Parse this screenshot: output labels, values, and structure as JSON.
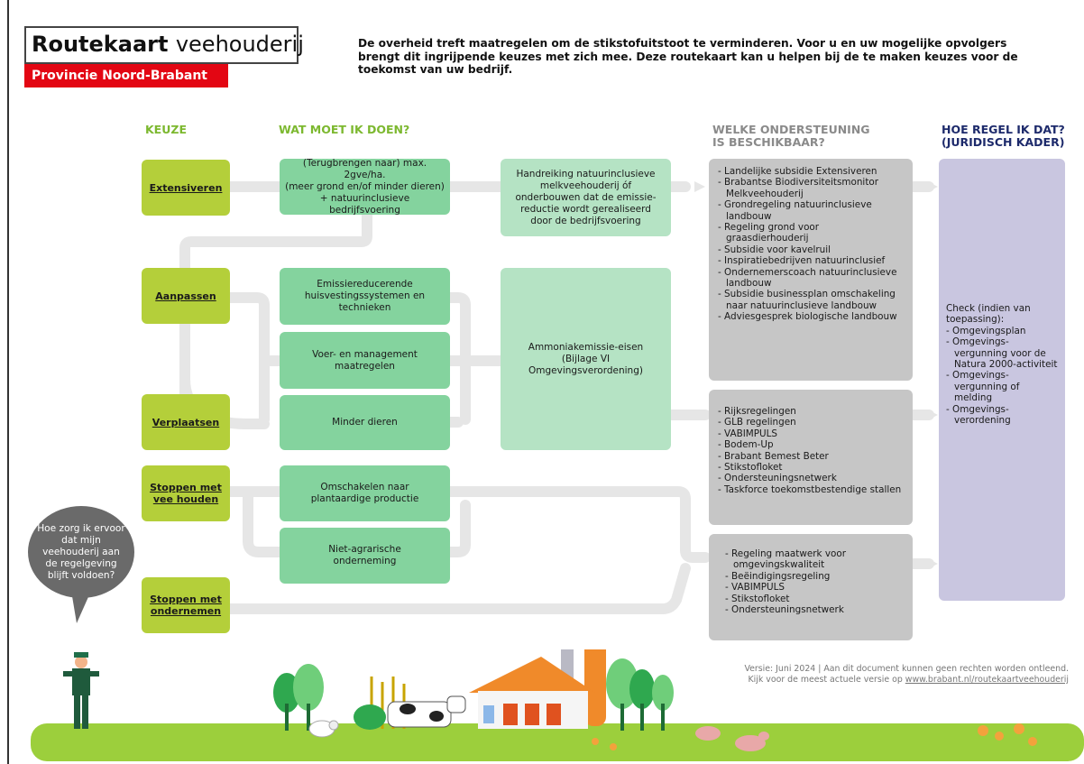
{
  "header": {
    "title_bold": "Routekaart",
    "title_light": "veehouderij",
    "province": "Provincie Noord-Brabant",
    "intro": "De overheid treft maatregelen om de stikstofuitstoot te verminderen. Voor u en uw mogelijke opvolgers brengt dit ingrijpende keuzes met zich mee. Deze routekaart kan u helpen bij de te maken keuzes voor de toekomst van uw bedrijf."
  },
  "columns": {
    "keuze": "KEUZE",
    "wat": "WAT MOET IK DOEN?",
    "welke_1": "WELKE ONDERSTEUNING",
    "welke_2": "IS BESCHIKBAAR?",
    "hoe_1": "HOE REGEL IK DAT?",
    "hoe_2": "(JURIDISCH KADER)"
  },
  "choices": {
    "extensiveren": "Extensiveren",
    "aanpassen": "Aanpassen",
    "verplaatsen": "Verplaatsen",
    "stoppen_vee_1": "Stoppen met",
    "stoppen_vee_2": "vee houden",
    "stoppen_ond_1": "Stoppen met",
    "stoppen_ond_2": "ondernemen"
  },
  "actions": {
    "ext_1": "(Terugbrengen naar) max. 2gve/ha.",
    "ext_2": "(meer grond en/of minder dieren)",
    "ext_3": "+ natuurinclusieve bedrijfsvoering",
    "emissie_1": "Emissiereducerende",
    "emissie_2": "huisvestingssystemen en",
    "emissie_3": "technieken",
    "voer_1": "Voer- en management",
    "voer_2": "maatregelen",
    "minder": "Minder dieren",
    "omschakelen_1": "Omschakelen naar",
    "omschakelen_2": "plantaardige productie",
    "niet_1": "Niet-agrarische",
    "niet_2": "onderneming"
  },
  "requirements": {
    "hand_1": "Handreiking natuurinclusieve",
    "hand_2": "melkveehouderij óf",
    "hand_3": "onderbouwen dat de emissie-",
    "hand_4": "reductie wordt gerealiseerd",
    "hand_5": "door de bedrijfsvoering",
    "amm_1": "Ammoniakemissie-eisen",
    "amm_2": "(Bijlage VI",
    "amm_3": "Omgevingsverordening)"
  },
  "support": {
    "box1": [
      "- Landelijke subsidie Extensiveren",
      "- Brabantse Biodiversiteitsmonitor Melkveehouderij",
      "- Grondregeling natuurinclusieve landbouw",
      "- Regeling grond voor graasdierhouderij",
      "- Subsidie voor kavelruil",
      "- Inspiratiebedrijven natuurinclusief",
      "- Ondernemerscoach natuurinclusieve landbouw",
      "- Subsidie businessplan omschakeling naar natuurinclusieve landbouw",
      "- Adviesgesprek biologische landbouw"
    ],
    "box2": [
      "- Rijksregelingen",
      "- GLB regelingen",
      "- VABIMPULS",
      "- Bodem-Up",
      "- Brabant Bemest Beter",
      "- Stikstofloket",
      "- Ondersteuningsnetwerk",
      "- Taskforce toekomstbestendige stallen"
    ],
    "box3": [
      "- Regeling maatwerk voor omgevingskwaliteit",
      "- Beëindigingsregeling",
      "- VABIMPULS",
      "- Stikstofloket",
      "- Ondersteuningsnetwerk"
    ]
  },
  "legal": {
    "intro": "Check (indien van toepassing):",
    "items": [
      "- Omgevingsplan",
      "- Omgevings-vergunning voor de Natura 2000-activiteit",
      "- Omgevings-vergunning of melding",
      "- Omgevings-verordening"
    ]
  },
  "bubble": "Hoe zorg ik ervoor dat mijn veehouderij aan de regelgeving blijft voldoen?",
  "footer": {
    "line1": "Versie: Juni 2024 | Aan dit document kunnen geen rechten worden ontleend.",
    "line2_pre": "Kijk voor de meest actuele versie op",
    "line2_link": "www.brabant.nl/routekaartveehouderij"
  },
  "colors": {
    "lime": "#b4cf3a",
    "green_dark": "#84d39e",
    "green_light": "#b5e3c4",
    "support_gray": "#c6c6c6",
    "legal_lavender": "#c9c6e0",
    "province_red": "#e30613",
    "head_green": "#7cb82f",
    "head_navy": "#1d2a6b"
  }
}
